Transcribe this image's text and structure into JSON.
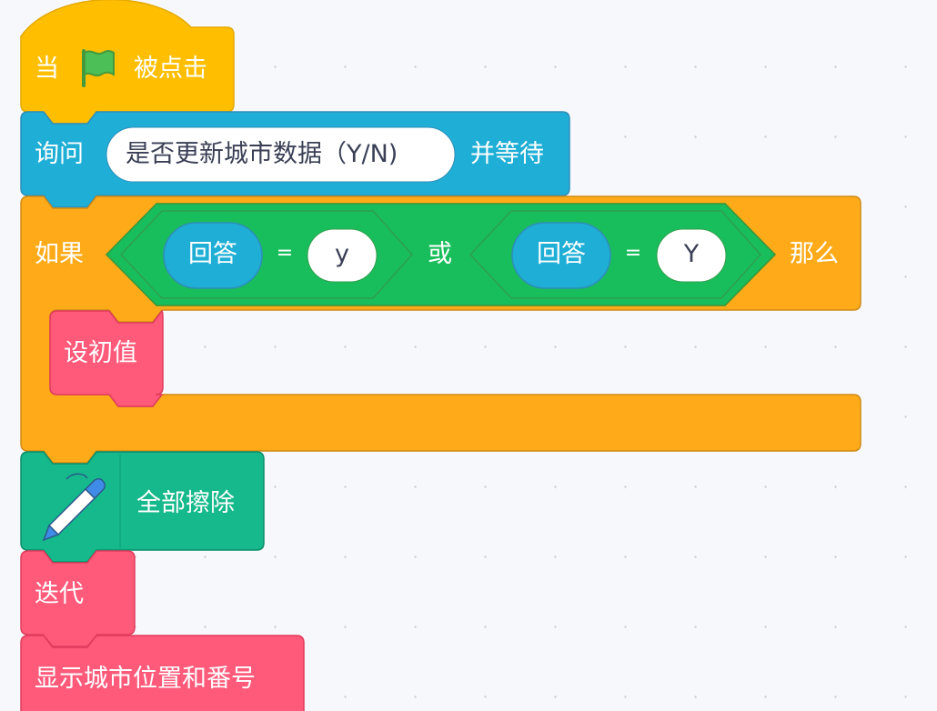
{
  "workspace": {
    "background": "#F6F8FB",
    "grid_dot_color": "#c9ced6"
  },
  "colors": {
    "events": "#FFBF00",
    "events_border": "#E6A800",
    "sensing": "#1EAED6",
    "sensing_border": "#2E8EB8",
    "control": "#FFAB19",
    "control_border": "#CF8B17",
    "operators": "#19BE5C",
    "operators_border": "#389438",
    "pen": "#16B98B",
    "pen_border": "#0B8E69",
    "my_blocks": "#FF5A7A",
    "my_blocks_border": "#E03A5C",
    "input_text": "#3a3f55"
  },
  "blocks": {
    "when_flag_clicked": {
      "prefix": "当",
      "icon": "green-flag-icon",
      "suffix": "被点击"
    },
    "ask_and_wait": {
      "prefix": "询问",
      "question": "是否更新城市数据（Y/N)",
      "suffix": "并等待"
    },
    "if_then": {
      "if_label": "如果",
      "then_label": "那么",
      "condition": {
        "operator_label": "或",
        "left": {
          "reporter": "回答",
          "equals": "=",
          "value": "y"
        },
        "right": {
          "reporter": "回答",
          "equals": "=",
          "value": "Y"
        }
      },
      "body": [
        {
          "label": "设初值"
        }
      ]
    },
    "pen_clear": {
      "icon": "pen-icon",
      "label": "全部擦除"
    },
    "iterate": {
      "label": "迭代"
    },
    "show_city": {
      "label": "显示城市位置和番号"
    }
  }
}
